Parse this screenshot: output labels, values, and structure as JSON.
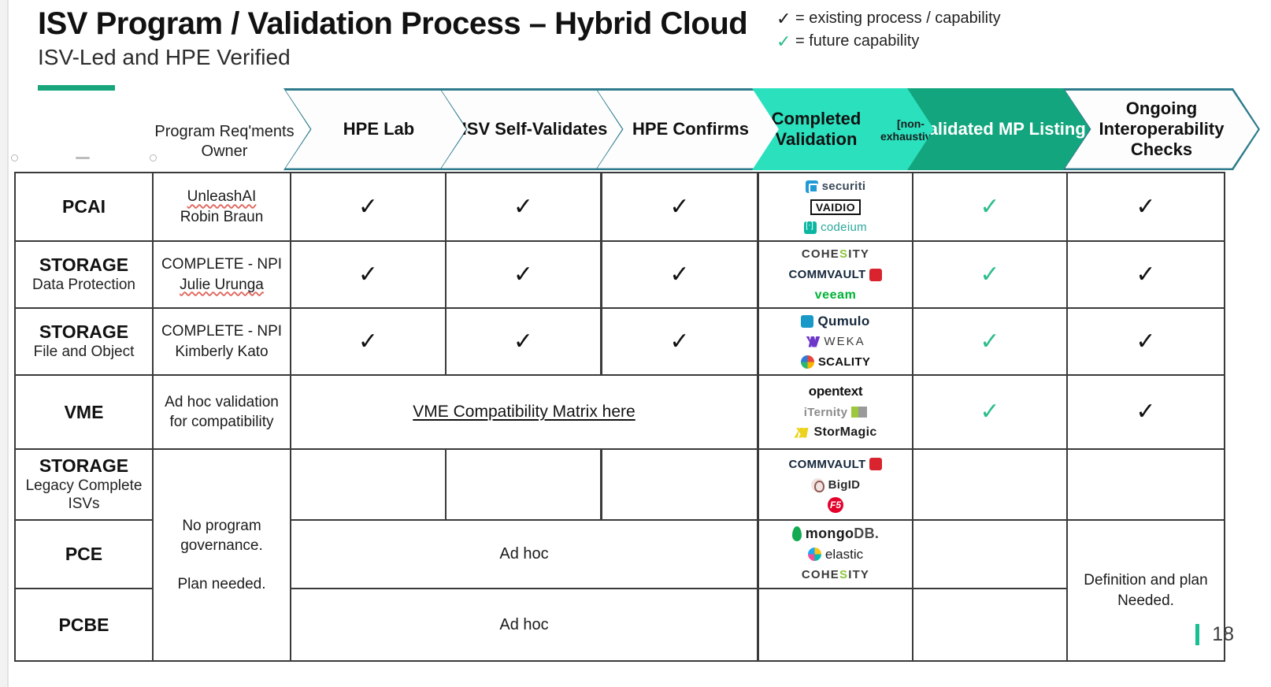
{
  "header": {
    "title": "ISV Program / Validation Process – Hybrid Cloud",
    "subtitle": "ISV-Led and HPE Verified",
    "accent_color": "#17a67c"
  },
  "legend": {
    "items": [
      {
        "check": "✓",
        "color": "#1a1a1a",
        "text": "= existing process / capability"
      },
      {
        "check": "✓",
        "color": "#2bbd8c",
        "text": "= future capability"
      }
    ]
  },
  "columns": {
    "owner_header": "Program Req'ments Owner",
    "stages": [
      {
        "label": "HPE Lab",
        "sub": "",
        "style": "outline"
      },
      {
        "label": "ISV Self-Validates",
        "sub": "",
        "style": "outline"
      },
      {
        "label": "HPE Confirms",
        "sub": "",
        "style": "outline"
      },
      {
        "label": "Completed Validation",
        "sub": "[non-exhaustive]",
        "style": "mint"
      },
      {
        "label": "Validated MP Listing",
        "sub": "",
        "style": "teal"
      },
      {
        "label": "Ongoing Interoperability Checks",
        "sub": "",
        "style": "outline"
      }
    ]
  },
  "rows": [
    {
      "name": "PCAI",
      "name_sub": "",
      "owner_line1": "UnleashAI",
      "owner_line1_spell": true,
      "owner_line2": "Robin Braun",
      "owner_line2_spell": false,
      "hpe_lab": "✓",
      "isv_self": "✓",
      "hpe_confirms": "✓",
      "mp_listing": "✓",
      "mp_listing_color": "green",
      "ongoing": "✓",
      "ongoing_color": "dark",
      "logos": [
        "securiti",
        "VAIDIO",
        "codeium"
      ]
    },
    {
      "name": "STORAGE",
      "name_sub": "Data Protection",
      "owner_line1": "COMPLETE - NPI",
      "owner_line1_spell": false,
      "owner_line2": "Julie Urunga",
      "owner_line2_spell": true,
      "hpe_lab": "✓",
      "isv_self": "✓",
      "hpe_confirms": "✓",
      "mp_listing": "✓",
      "mp_listing_color": "green",
      "ongoing": "✓",
      "ongoing_color": "dark",
      "logos": [
        "COHESITY",
        "COMMVAULT",
        "veeam"
      ]
    },
    {
      "name": "STORAGE",
      "name_sub": "File and Object",
      "owner_line1": "COMPLETE - NPI",
      "owner_line1_spell": false,
      "owner_line2": "Kimberly Kato",
      "owner_line2_spell": false,
      "hpe_lab": "✓",
      "isv_self": "✓",
      "hpe_confirms": "✓",
      "mp_listing": "✓",
      "mp_listing_color": "green",
      "ongoing": "✓",
      "ongoing_color": "dark",
      "logos": [
        "Qumulo",
        "WEKA",
        "SCALITY"
      ]
    },
    {
      "name": "VME",
      "name_sub": "",
      "owner_line1": "Ad hoc validation",
      "owner_line1_spell": false,
      "owner_line2": "for compatibility",
      "owner_line2_spell": false,
      "merged_link": "VME Compatibility Matrix here",
      "mp_listing": "✓",
      "mp_listing_color": "green",
      "ongoing": "✓",
      "ongoing_color": "dark",
      "logos": [
        "opentext",
        "iTernity",
        "StorMagic"
      ]
    },
    {
      "name": "STORAGE",
      "name_sub": "Legacy Complete ISVs",
      "hpe_lab": "",
      "isv_self": "",
      "hpe_confirms": "",
      "mp_listing": "",
      "ongoing": "",
      "logos": [
        "COMMVAULT",
        "BigID",
        "F5"
      ]
    },
    {
      "name": "PCE",
      "name_sub": "",
      "merged_text": "Ad hoc",
      "mp_listing": "",
      "ongoing": "",
      "logos": [
        "mongoDB",
        "elastic",
        "COHESITY"
      ]
    },
    {
      "name": "PCBE",
      "name_sub": "",
      "merged_text": "Ad hoc",
      "mp_listing": "",
      "ongoing": "",
      "logos": []
    }
  ],
  "spans": {
    "owner_note_line1": "No program",
    "owner_note_line2": "governance.",
    "owner_note_line3": "Plan needed.",
    "ongoing_note_line1": "Definition and plan",
    "ongoing_note_line2": "Needed."
  },
  "footer": {
    "page_number": "18",
    "bar_color": "#17bf93"
  }
}
